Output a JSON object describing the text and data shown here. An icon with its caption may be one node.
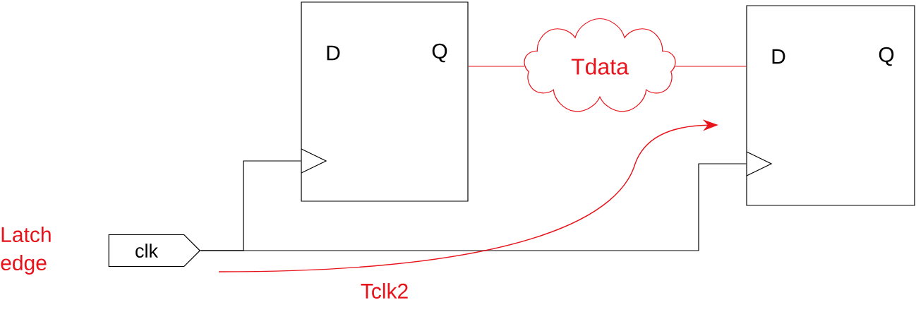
{
  "diagram": {
    "nodes": [
      {
        "text": [
          "D",
          "Q"
        ]
      },
      {
        "text": [
          "D",
          "Q"
        ]
      },
      {
        "text": [
          "Tdata"
        ]
      },
      {
        "text": [
          "clk"
        ]
      }
    ],
    "edges": [
      {
        "from": 0,
        "to": 2,
        "arrow": "none",
        "color": "#e8121b"
      },
      {
        "from": 2,
        "to": 1,
        "arrow": "none",
        "color": "#e8121b"
      },
      {
        "from": 3,
        "to": 0,
        "arrow": "none",
        "color": "#000000"
      },
      {
        "from": 3,
        "to": 1,
        "arrow": "none",
        "color": "#000000"
      }
    ],
    "labels": [
      "Latch edge",
      "Tclk2"
    ]
  }
}
